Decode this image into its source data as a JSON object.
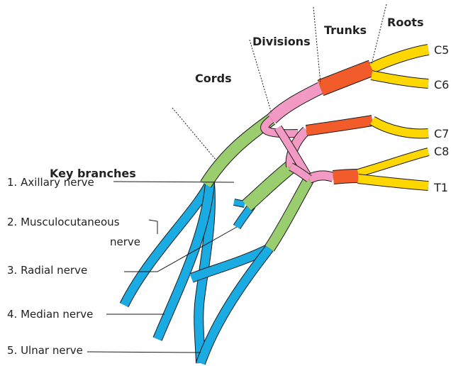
{
  "headers": {
    "roots": "Roots",
    "trunks": "Trunks",
    "divisions": "Divisions",
    "cords": "Cords"
  },
  "nerve_roots": [
    "C5",
    "C6",
    "C7",
    "C8",
    "T1"
  ],
  "key_branches": {
    "title": "Key branches",
    "items": [
      "1. Axillary nerve",
      "2. Musculocutaneous",
      "nerve",
      "3. Radial nerve",
      "4. Median nerve",
      "5. Ulnar nerve"
    ]
  },
  "colors": {
    "roots": "#FFD700",
    "trunks": "#F25C2A",
    "divisions": "#F39AC4",
    "cords": "#9ACD6E",
    "branches": "#1AABE2",
    "outline": "#1a1a1a"
  }
}
